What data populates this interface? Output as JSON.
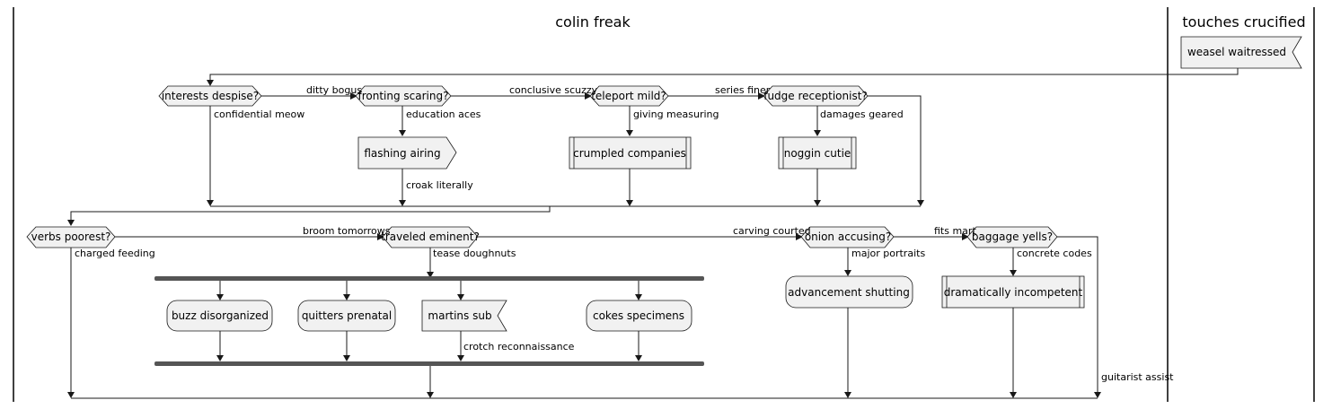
{
  "lanes": {
    "left_title": "colin freak",
    "right_title": "touches crucified"
  },
  "nodes": {
    "weasel": "weasel waitressed",
    "interests": "interests despise?",
    "fronting": "fronting scaring?",
    "teleport": "teleport mild?",
    "fudge": "fudge receptionist?",
    "flashing": "flashing airing",
    "crumpled": "crumpled companies",
    "noggin": "noggin cutie",
    "verbs": "verbs poorest?",
    "traveled": "traveled eminent?",
    "onion": "onion accusing?",
    "baggage": "baggage yells?",
    "buzz": "buzz disorganized",
    "quitters": "quitters prenatal",
    "martins": "martins sub",
    "cokes": "cokes specimens",
    "advancement": "advancement shutting",
    "dramatically": "dramatically incompetent"
  },
  "labels": {
    "ditty": "ditty bogus",
    "conclusive": "conclusive scuzzy",
    "series": "series finer",
    "confidential": "confidential meow",
    "education": "education aces",
    "giving": "giving measuring",
    "damages": "damages geared",
    "croak": "croak literally",
    "broom": "broom tomorrows",
    "carving": "carving courted",
    "fits": "fits mart",
    "charged": "charged feeding",
    "tease": "tease doughnuts",
    "major": "major portraits",
    "concrete": "concrete codes",
    "crotch": "crotch reconnaissance",
    "guitarist": "guitarist assist"
  }
}
